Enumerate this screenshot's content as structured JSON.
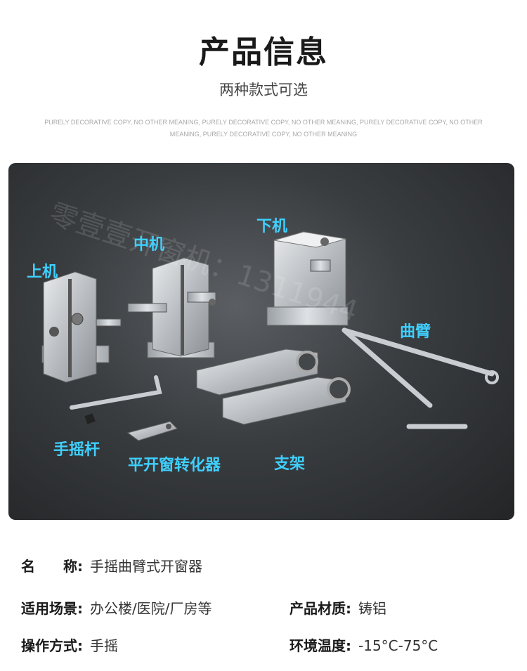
{
  "header": {
    "title": "产品信息",
    "subtitle": "两种款式可选",
    "decorative_text": "PURELY DECORATIVE COPY, NO OTHER MEANING, PURELY DECORATIVE COPY, NO OTHER MEANING, PURELY DECORATIVE COPY, NO OTHER MEANING, PURELY DECORATIVE COPY, NO OTHER MEANING"
  },
  "photo": {
    "watermark": "零壹壹开窗机：1311944",
    "labels": {
      "upper_unit": "上机",
      "middle_unit": "中机",
      "lower_unit": "下机",
      "curved_arm": "曲臂",
      "hand_crank": "手摇杆",
      "converter": "平开窗转化器",
      "bracket": "支架"
    },
    "label_color": "#3fd0ff"
  },
  "specs": {
    "name": {
      "key": "名　　称:",
      "value": "手摇曲臂式开窗器"
    },
    "usage": {
      "key": "适用场景:",
      "value": "办公楼/医院/厂房等"
    },
    "material": {
      "key": "产品材质:",
      "value": "铸铝"
    },
    "operation": {
      "key": "操作方式:",
      "value": "手摇"
    },
    "temperature": {
      "key": "环境温度:",
      "value": "-15°C-75°C"
    }
  }
}
